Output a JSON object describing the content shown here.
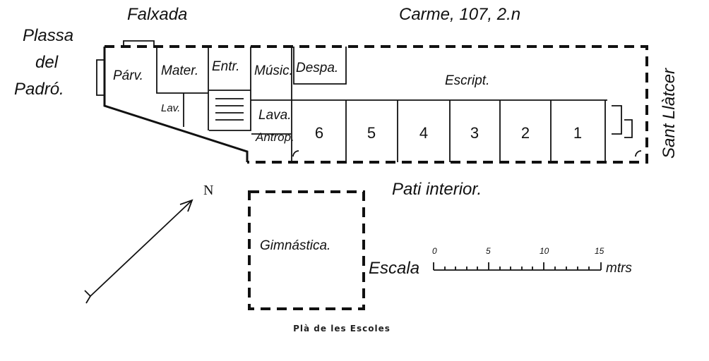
{
  "title": "Plà de les Escoles",
  "street_labels": {
    "facade": "Falxada",
    "address": "Carme, 107, 2.n",
    "square_line1": "Plassa",
    "square_line2": "del",
    "square_line3": "Padró.",
    "side_street": "Sant Llàtcer",
    "courtyard": "Pati interior."
  },
  "rooms": {
    "parv": "Párv.",
    "mater": "Mater.",
    "entr": "Entr.",
    "music": "Músic.",
    "despa": "Despa.",
    "escript": "Escript.",
    "lav": "Lav.",
    "lava": "Lava.",
    "antrop": "Antrop.",
    "gym": "Gimnástica."
  },
  "classrooms": [
    "6",
    "5",
    "4",
    "3",
    "2",
    "1"
  ],
  "compass": {
    "label": "N"
  },
  "scale": {
    "label": "Escala",
    "unit": "mtrs",
    "ticks": [
      "0",
      "5",
      "10",
      "15"
    ]
  }
}
